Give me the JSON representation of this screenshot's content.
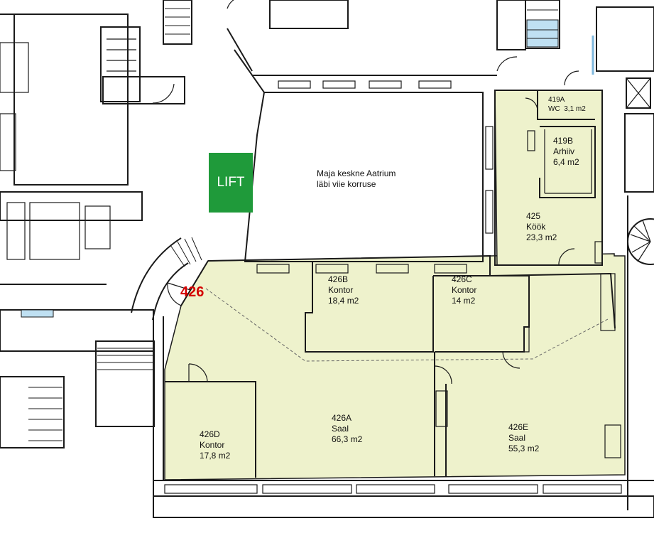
{
  "unit": {
    "number": "426",
    "color": "#d40000"
  },
  "lift": {
    "label": "LIFT",
    "color": "#1f9a3a"
  },
  "atrium": {
    "line1": "Maja keskne Aatrium",
    "line2": "läbi viie korruse"
  },
  "rooms": [
    {
      "id": "419A",
      "name": "WC",
      "area": "3,1 m2"
    },
    {
      "id": "419B",
      "name": "Arhiiv",
      "area": "6,4 m2"
    },
    {
      "id": "425",
      "name": "Köök",
      "area": "23,3 m2"
    },
    {
      "id": "426B",
      "name": "Kontor",
      "area": "18,4 m2"
    },
    {
      "id": "426C",
      "name": "Kontor",
      "area": "14 m2"
    },
    {
      "id": "426A",
      "name": "Saal",
      "area": "66,3 m2"
    },
    {
      "id": "426D",
      "name": "Kontor",
      "area": "17,8 m2"
    },
    {
      "id": "426E",
      "name": "Saal",
      "area": "55,3 m2"
    }
  ],
  "colors": {
    "room_fill": "#eef2cc",
    "wall": "#1a1a1a",
    "stair_blue": "#bfe0f2"
  }
}
